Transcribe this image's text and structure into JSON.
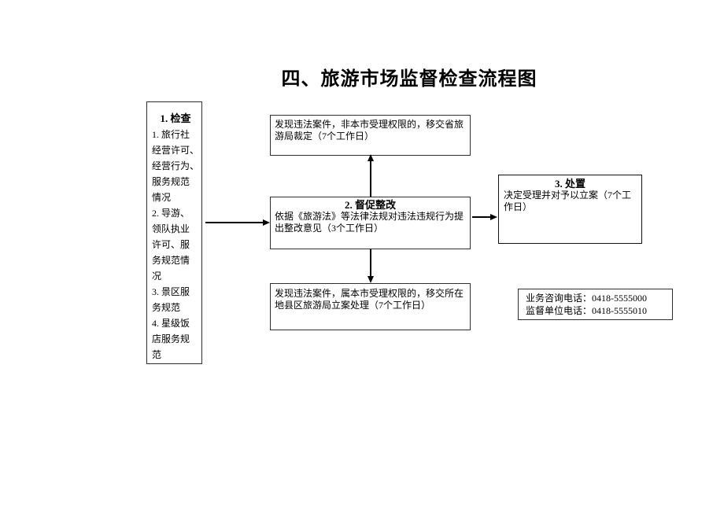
{
  "title": "四、旅游市场监督检查流程图",
  "flowchart": {
    "inspect": {
      "heading": "1. 检查",
      "lines": [
        "1. 旅行社",
        "经营许可、",
        "经营行为、",
        "服务规范",
        "情况",
        "2. 导游、",
        "领队执业",
        "许可、服",
        "务规范情",
        "况",
        "3. 景区服",
        "务规范",
        "4. 星级饭",
        "店服务规",
        "范"
      ]
    },
    "transfer_province": {
      "lines": [
        "发现违法案件，非本市受理权限的，移交省旅",
        "游局裁定（7个工作日）"
      ]
    },
    "rectify": {
      "heading": "2. 督促整改",
      "lines": [
        "依据《旅游法》等法律法规对违法违规行为提",
        "出整改意见（3个工作日）"
      ]
    },
    "dispose": {
      "heading": "3. 处置",
      "lines": [
        "决定受理并对予以立案（7个工",
        "作日）"
      ]
    },
    "transfer_county": {
      "lines": [
        "发现违法案件，属本市受理权限的，移交所在",
        "地县区旅游局立案处理（7个工作日）"
      ]
    },
    "contact": {
      "consult": "业务咨询电话：0418-5555000",
      "supervise": "监督单位电话：0418-5555010"
    }
  }
}
